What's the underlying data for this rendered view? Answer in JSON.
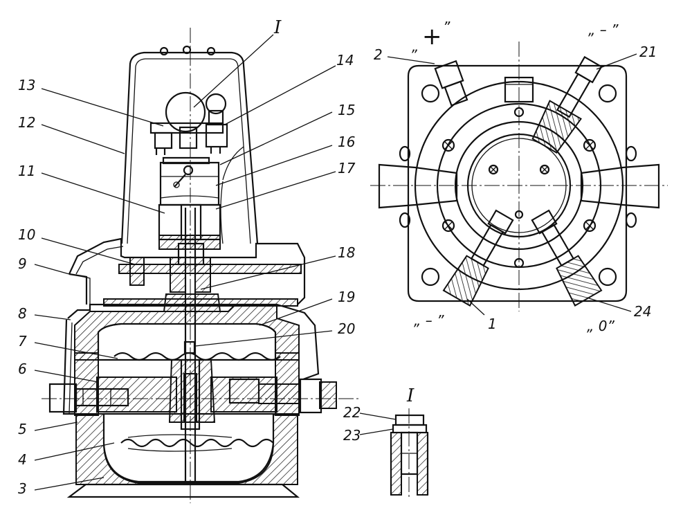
{
  "figure": {
    "detail_mark": "I",
    "detail_view_mark": "I",
    "callouts": [
      "1",
      "2",
      "3",
      "4",
      "5",
      "6",
      "7",
      "8",
      "9",
      "10",
      "11",
      "12",
      "13",
      "14",
      "15",
      "16",
      "17",
      "18",
      "19",
      "20",
      "21",
      "22",
      "23",
      "24"
    ],
    "terminal_marks": {
      "plus": "+",
      "plus_quotes_open": "„",
      "plus_quotes_close": "”",
      "minus_top": "„ – ”",
      "minus_bottom": "„ – ”",
      "zero": "„ 0”"
    }
  }
}
